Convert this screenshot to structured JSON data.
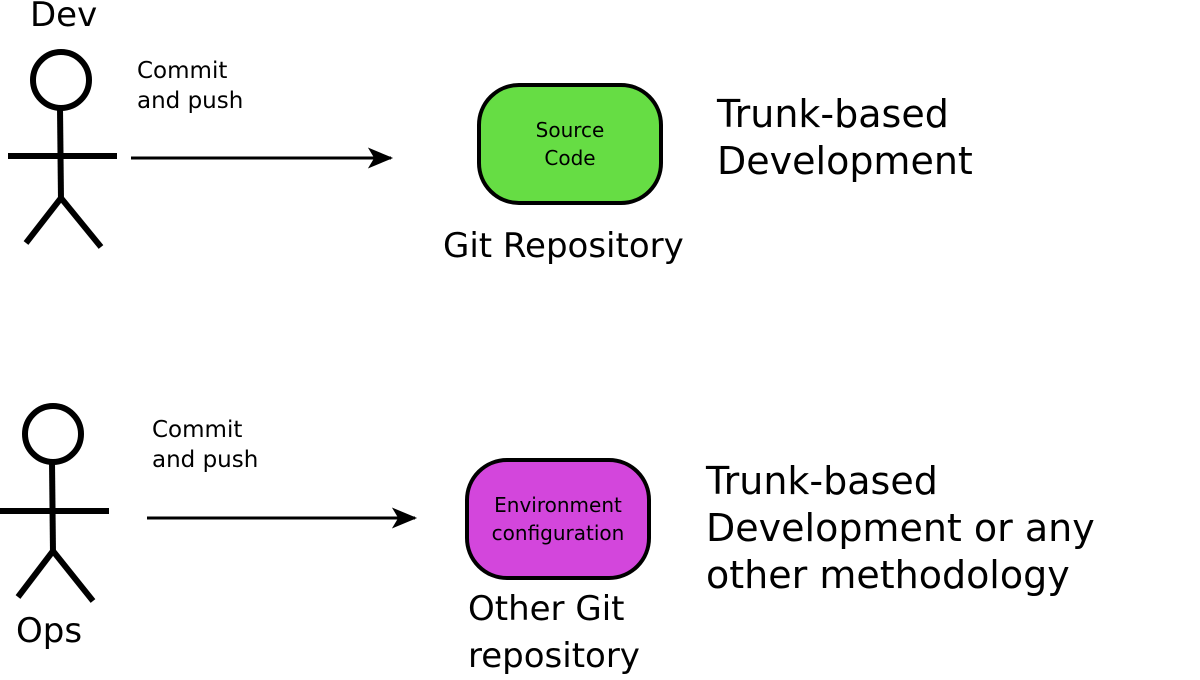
{
  "colors": {
    "source_code_fill": "#66dd44",
    "env_config_fill": "#d346dc",
    "stroke": "#000000"
  },
  "dev": {
    "actor_label": "Dev",
    "edge_label": "Commit and push",
    "node_label": "Source Code",
    "repo_label": "Git Repository",
    "methodology": "Trunk-based Development"
  },
  "ops": {
    "actor_label": "Ops",
    "edge_label": "Commit and push",
    "node_label": "Environment configuration",
    "repo_label": "Other Git repository",
    "methodology": "Trunk-based Development or any other methodology"
  }
}
